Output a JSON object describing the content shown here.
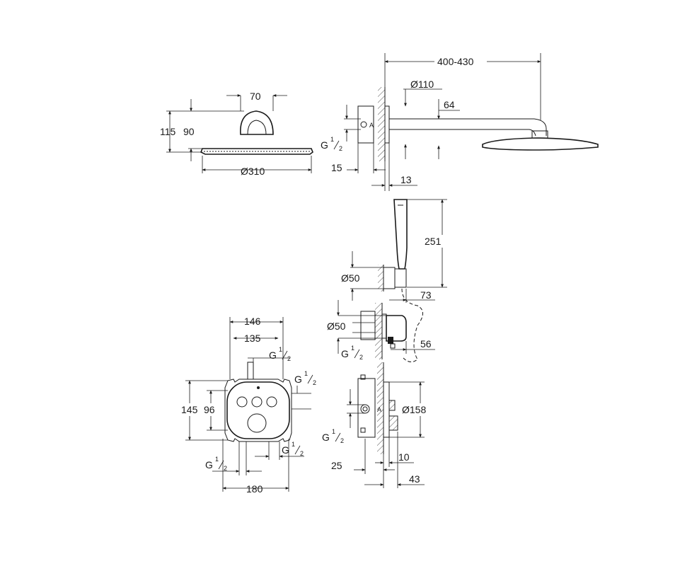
{
  "dimensions": {
    "showerhead_front": {
      "width_top": "70",
      "height_total": "115",
      "height_head": "90",
      "diameter": "Ø310"
    },
    "showerhead_side": {
      "reach": "400-430",
      "flange_diameter": "Ø110",
      "arm_offset": "64",
      "thread": "G",
      "wall_depth": "15",
      "cover_depth": "13"
    },
    "hand_shower": {
      "length": "251",
      "holder_diameter": "Ø50",
      "holder_depth": "73"
    },
    "outlet": {
      "diameter": "Ø50",
      "thread": "G",
      "depth": "56"
    },
    "body_front": {
      "width_outer": "146",
      "width_inner": "135",
      "thread_top": "G",
      "thread_right": "G",
      "height_outer": "145",
      "height_inner": "96",
      "thread_bottom_left": "G",
      "thread_bottom_right": "G",
      "width_bottom": "180"
    },
    "body_side": {
      "thread": "G",
      "plate_diameter": "Ø158",
      "offset": "25",
      "plate_depth": "10",
      "projection": "43"
    }
  },
  "fraction": {
    "numerator": "1",
    "denominator": "2"
  }
}
